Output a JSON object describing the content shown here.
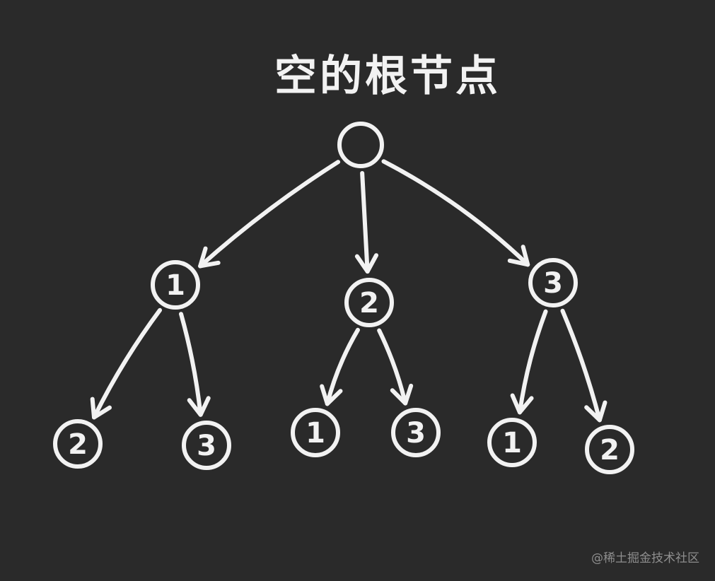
{
  "title": "空的根节点",
  "watermark": "@稀土掘金技术社区",
  "colors": {
    "background": "#2a2a2a",
    "chalk": "#f2f2f2",
    "watermark": "#8e8e8e"
  },
  "tree": {
    "root": {
      "label": ""
    },
    "level1": [
      {
        "label": "1",
        "children": [
          {
            "label": "2"
          },
          {
            "label": "3"
          }
        ]
      },
      {
        "label": "2",
        "children": [
          {
            "label": "1"
          },
          {
            "label": "3"
          }
        ]
      },
      {
        "label": "3",
        "children": [
          {
            "label": "1"
          },
          {
            "label": "2"
          }
        ]
      }
    ]
  }
}
